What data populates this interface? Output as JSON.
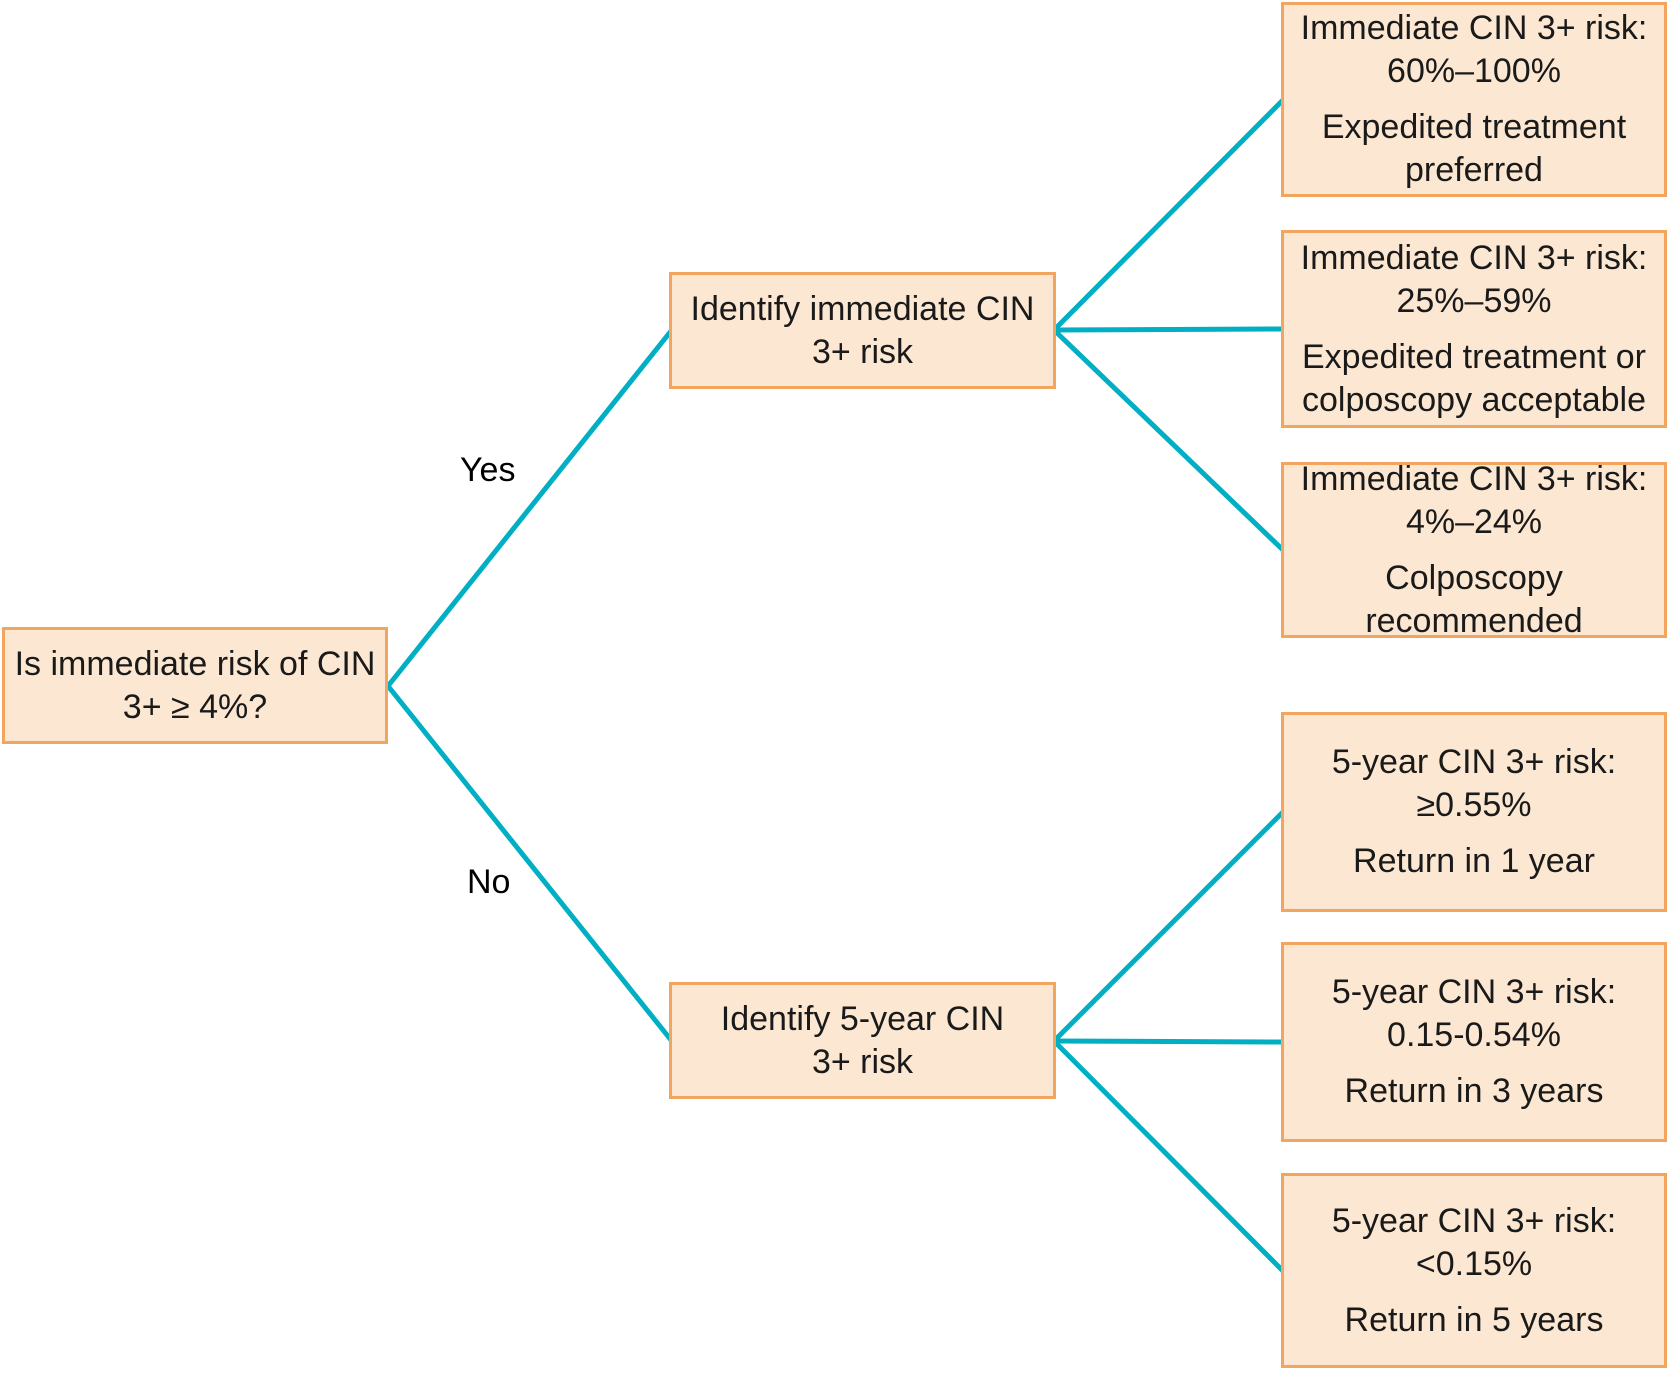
{
  "colors": {
    "box_fill": "#FCE8D2",
    "box_border": "#F2A55F",
    "connector": "#00AFC3",
    "text": "#1A1A1A"
  },
  "root": {
    "lines": [
      "Is immediate risk of CIN",
      "3+ ≥ 4%?"
    ]
  },
  "branches": [
    {
      "label": "Yes",
      "node": {
        "lines": [
          "Identify immediate CIN",
          "3+ risk"
        ]
      },
      "outcomes": [
        {
          "risk": [
            "Immediate CIN 3+ risk:",
            "60%–100%"
          ],
          "action": [
            "Expedited treatment",
            "preferred"
          ]
        },
        {
          "risk": [
            "Immediate CIN 3+ risk:",
            "25%–59%"
          ],
          "action": [
            "Expedited treatment or",
            "colposcopy acceptable"
          ]
        },
        {
          "risk": [
            "Immediate CIN 3+ risk:",
            "4%–24%"
          ],
          "action": [
            "Colposcopy",
            "recommended"
          ]
        }
      ]
    },
    {
      "label": "No",
      "node": {
        "lines": [
          "Identify 5-year CIN",
          "3+ risk"
        ]
      },
      "outcomes": [
        {
          "risk": [
            "5-year CIN 3+ risk:",
            "≥0.55%"
          ],
          "action": [
            "Return in 1 year"
          ]
        },
        {
          "risk": [
            "5-year CIN 3+ risk:",
            "0.15-0.54%"
          ],
          "action": [
            "Return in 3 years"
          ]
        },
        {
          "risk": [
            "5-year CIN 3+ risk:",
            "<0.15%"
          ],
          "action": [
            "Return in 5 years"
          ]
        }
      ]
    }
  ]
}
